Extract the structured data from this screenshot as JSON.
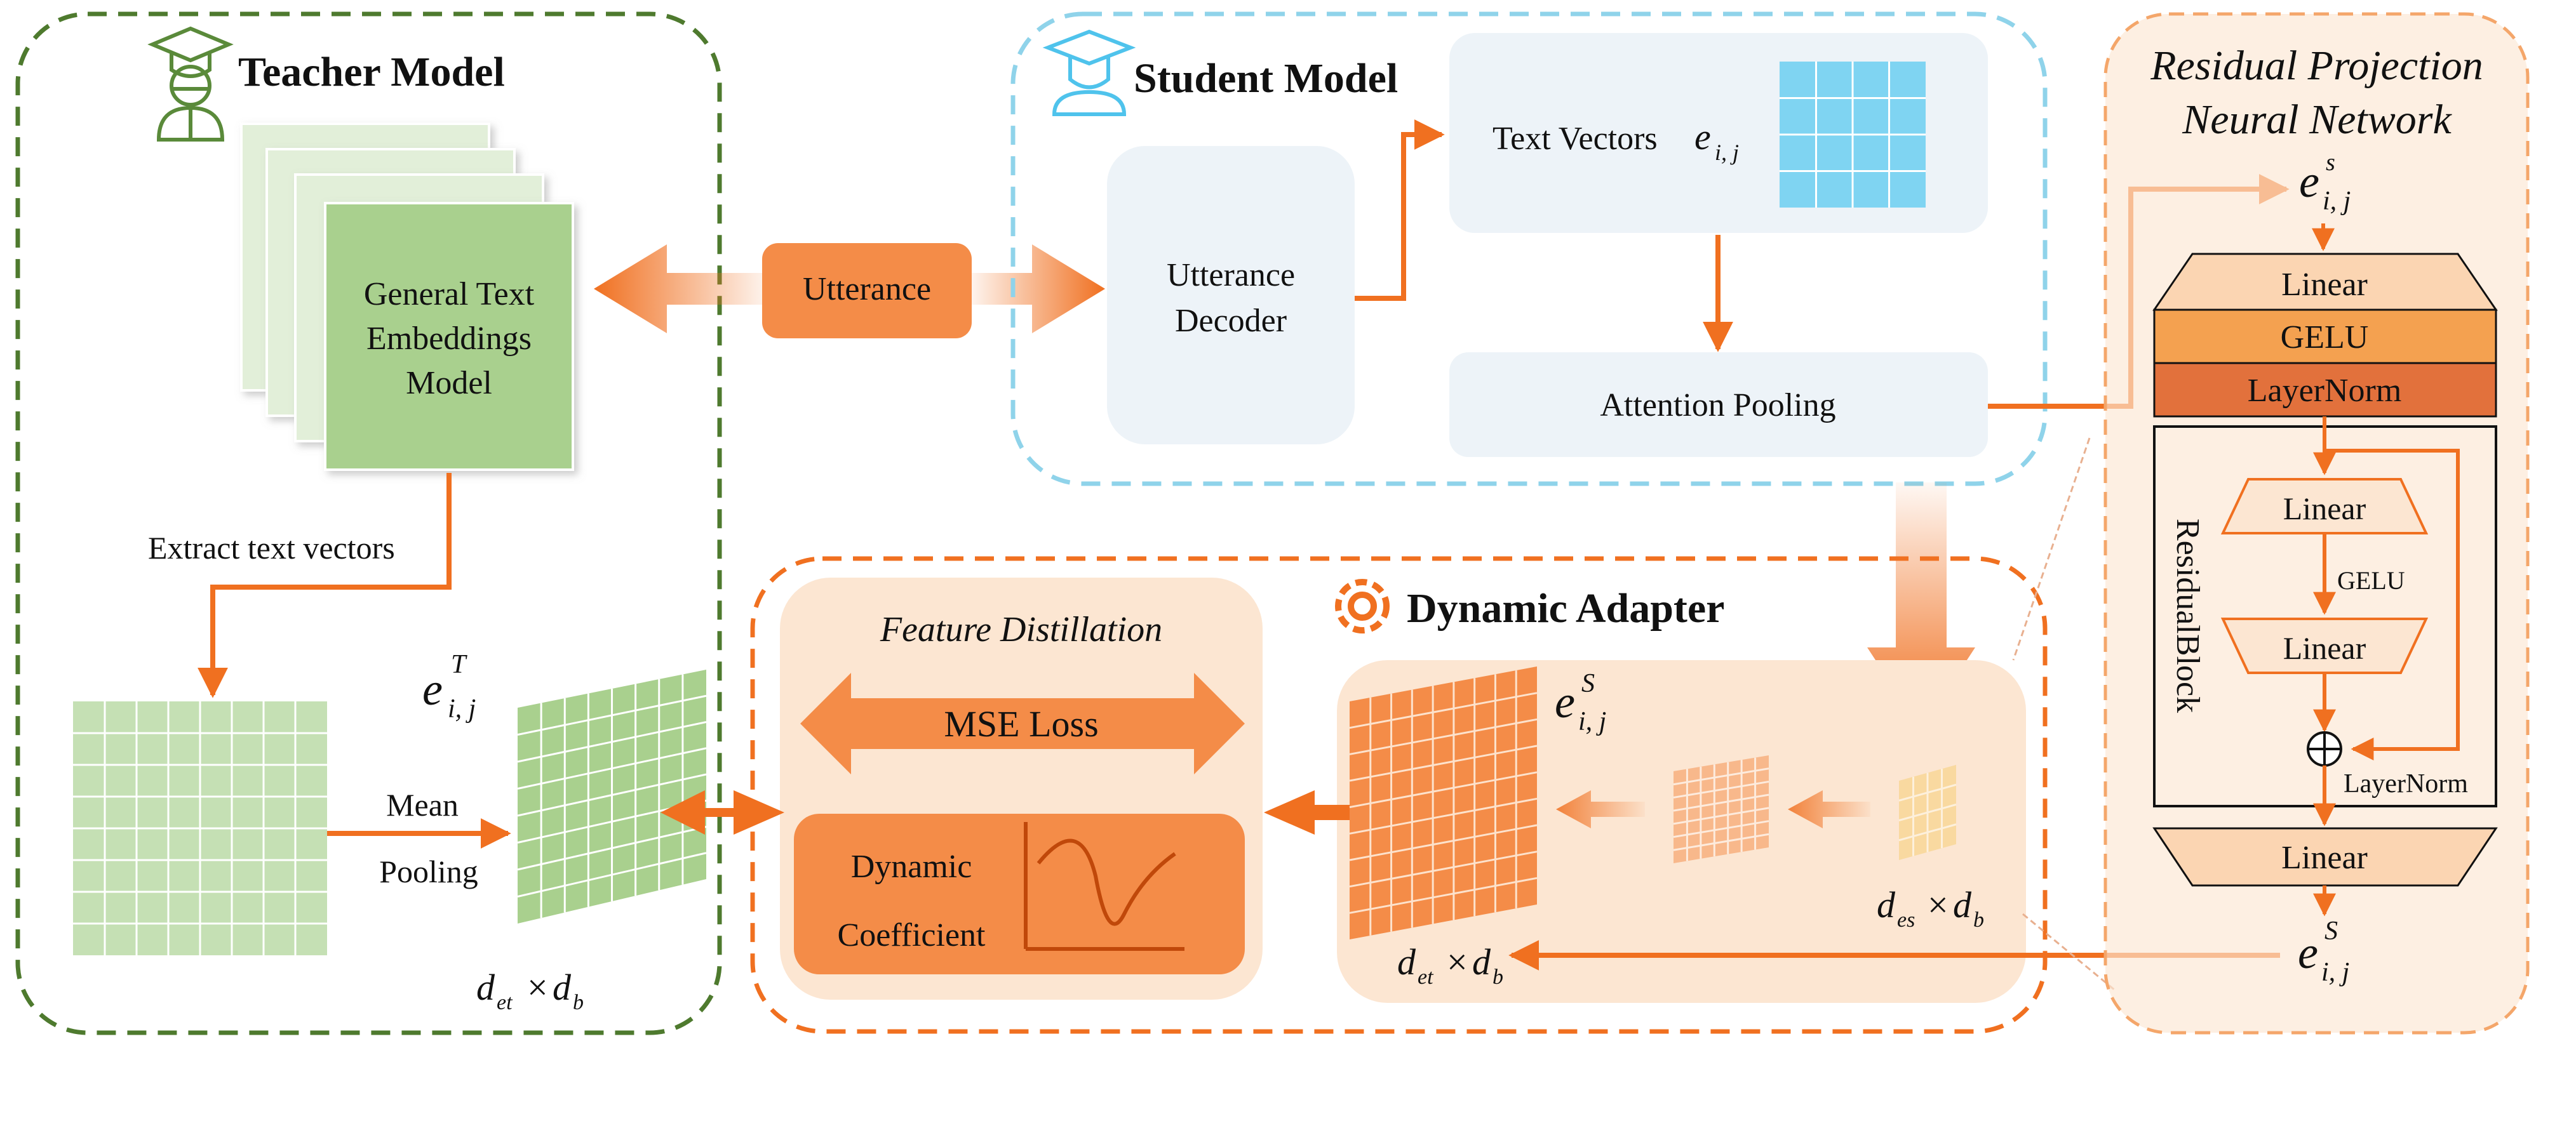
{
  "teacher": {
    "title": "Teacher Model",
    "model_label": [
      "General Text",
      "Embeddings",
      "Model"
    ],
    "extract_label": "Extract text vectors",
    "pool_label": [
      "Mean",
      "Pooling"
    ],
    "vec_symbol": "e",
    "vec_sup": "T",
    "vec_sub": "i, j",
    "dim_d": "d",
    "dim_sub1": "et",
    "dim_sub2": "b",
    "times": "×"
  },
  "utterance": {
    "label": "Utterance"
  },
  "student": {
    "title": "Student Model",
    "decoder_label": [
      "Utterance",
      "Decoder"
    ],
    "text_vectors_label": "Text Vectors",
    "text_vectors_sym": "e",
    "text_vectors_sub": "i, j",
    "attention_label": "Attention Pooling"
  },
  "adapter": {
    "title": "Dynamic Adapter",
    "feature_distillation": "Feature Distillation",
    "mse_loss": "MSE Loss",
    "dynamic_coefficient": [
      "Dynamic",
      "Coefficient"
    ],
    "vec_symbol": "e",
    "vec_sup": "S",
    "vec_sub": "i, j",
    "dim_left_sub": "et",
    "dim_right_sub": "es",
    "dim_b": "b",
    "dim_d": "d",
    "times": "×"
  },
  "rpnn": {
    "title": [
      "Residual Projection",
      "Neural Network"
    ],
    "input_symbol": "e",
    "input_sup": "s",
    "input_sub": "i, j",
    "linear_top": "Linear",
    "gelu": "GELU",
    "layernorm_top": "LayerNorm",
    "residual_block": "ResidualBlock",
    "linear_inner1": "Linear",
    "gelu_inner": "GELU",
    "linear_inner2": "Linear",
    "layernorm_bottom": "LayerNorm",
    "linear_bottom": "Linear",
    "output_symbol": "e",
    "output_sup": "S",
    "output_sub": "i, j"
  },
  "colors": {
    "orange": "#F07020",
    "dark_green_border": "#4E7A2E",
    "cyan_border": "#8FD3EA",
    "panel_peach": "#FCE6D2",
    "light_blue_panel": "#EDF3F8",
    "green_fill": "#A9D08E",
    "light_green": "#E2EFD9",
    "cyan_grid": "#7FD4F2"
  }
}
